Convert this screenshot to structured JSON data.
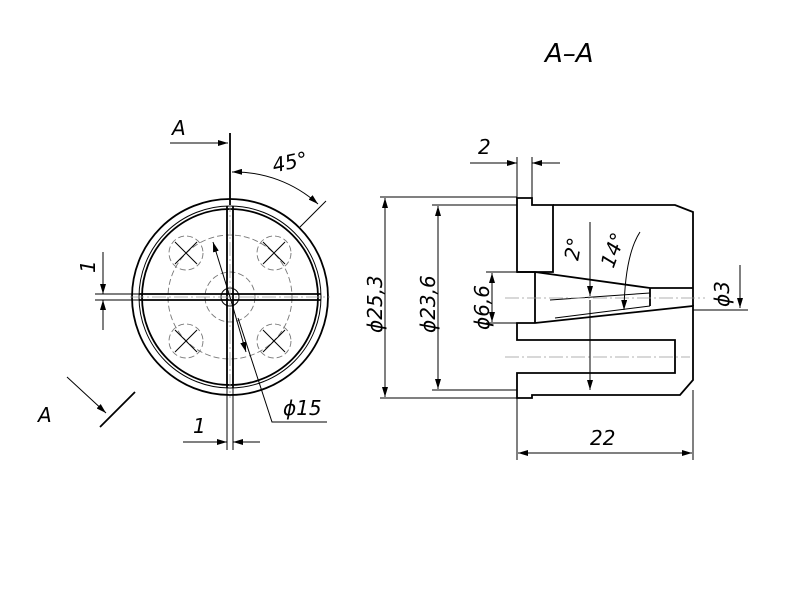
{
  "section_title": "A–A",
  "front_view": {
    "section_mark_top": "A",
    "section_mark_bottom": "A",
    "angle_label": "45°",
    "gap_left_label": "1",
    "gap_bottom_label": "1",
    "diameter_label": "ϕ15"
  },
  "section_view": {
    "flange_width_label": "2",
    "outer_diameter_label": "ϕ25,3",
    "body_diameter_label": "ϕ23,6",
    "bore_diameter_label": "ϕ6,6",
    "tip_diameter_label": "ϕ3",
    "taper_angle_label": "2°",
    "taper_angle2_label": "14°",
    "length_label": "22"
  }
}
